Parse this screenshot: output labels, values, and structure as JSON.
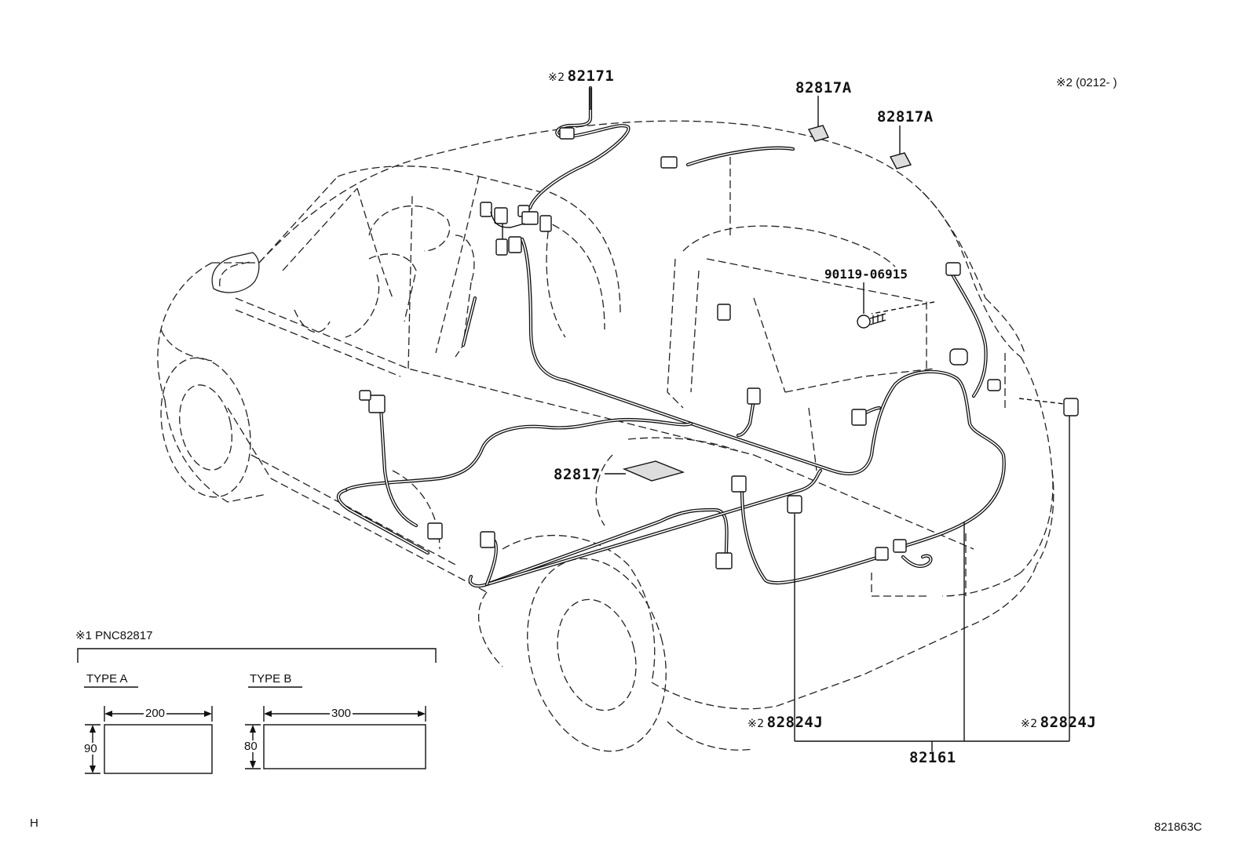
{
  "labels": {
    "p82171": {
      "mark": "※2",
      "text": "82171"
    },
    "p82817A_1": {
      "text": "82817A"
    },
    "p82817A_2": {
      "text": "82817A"
    },
    "note_top_right": {
      "text": "※2 (0212-      )"
    },
    "p90119": {
      "text": "90119-06915"
    },
    "p82817": {
      "text": "82817"
    },
    "p82824J_left": {
      "mark": "※2",
      "text": "82824J"
    },
    "p82824J_right": {
      "mark": "※2",
      "text": "82824J"
    },
    "p82161": {
      "text": "82161"
    }
  },
  "legend": {
    "header": "※1  PNC82817",
    "type_a": {
      "title": "TYPE A",
      "width": "200",
      "height": "90"
    },
    "type_b": {
      "title": "TYPE B",
      "width": "300",
      "height": "80"
    }
  },
  "footer": {
    "left_mark": "H",
    "diagram_id": "821863C"
  }
}
